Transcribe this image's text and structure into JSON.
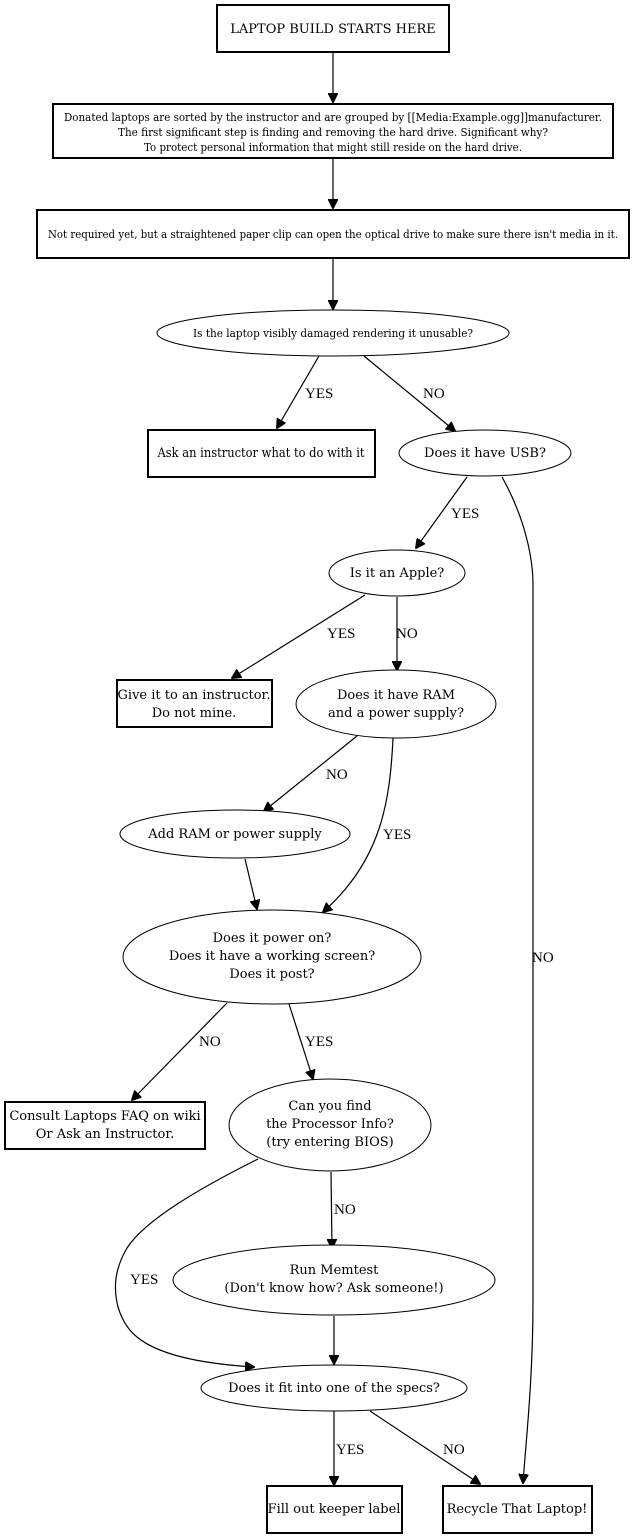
{
  "nodes": {
    "start": [
      "LAPTOP BUILD STARTS HERE"
    ],
    "sort": [
      "Donated laptops are sorted by the instructor and are grouped by [[Media:Example.ogg]]manufacturer.",
      "The first significant step is finding and removing the hard drive. Significant why?",
      "To protect personal information that might still reside on the hard drive."
    ],
    "paperclip": [
      "Not required yet, but a straightened paper clip can open the optical drive to make sure there isn't media in it."
    ],
    "damaged": [
      "Is the laptop visibly damaged rendering it unusable?"
    ],
    "ask_instructor": [
      "Ask an instructor what to do with it"
    ],
    "usb": [
      "Does it have USB?"
    ],
    "apple": [
      "Is it an Apple?"
    ],
    "give_instructor": [
      "Give it to an instructor.",
      "Do not mine."
    ],
    "ram_power": [
      "Does it have RAM",
      "and a power supply?"
    ],
    "add_ram": [
      "Add RAM or power supply"
    ],
    "power_on": [
      "Does it power on?",
      "Does it have a working screen?",
      "Does it post?"
    ],
    "consult_faq": [
      "Consult Laptops FAQ on wiki",
      "Or Ask an Instructor."
    ],
    "processor": [
      "Can you find",
      "the Processor Info?",
      "(try entering BIOS)"
    ],
    "memtest": [
      "Run Memtest",
      "(Don't know how?  Ask someone!)"
    ],
    "specs": [
      "Does it fit into one of the specs?"
    ],
    "keeper": [
      "Fill out keeper label"
    ],
    "recycle": [
      "Recycle That Laptop!"
    ]
  },
  "edge_labels": {
    "damaged_yes": "YES",
    "damaged_no": "NO",
    "usb_yes": "YES",
    "usb_no": "NO",
    "apple_yes": "YES",
    "apple_no": "NO",
    "ram_no": "NO",
    "ram_yes": "YES",
    "power_no": "NO",
    "power_yes": "YES",
    "processor_no": "NO",
    "processor_yes": "YES",
    "specs_yes": "YES",
    "specs_no": "NO"
  }
}
